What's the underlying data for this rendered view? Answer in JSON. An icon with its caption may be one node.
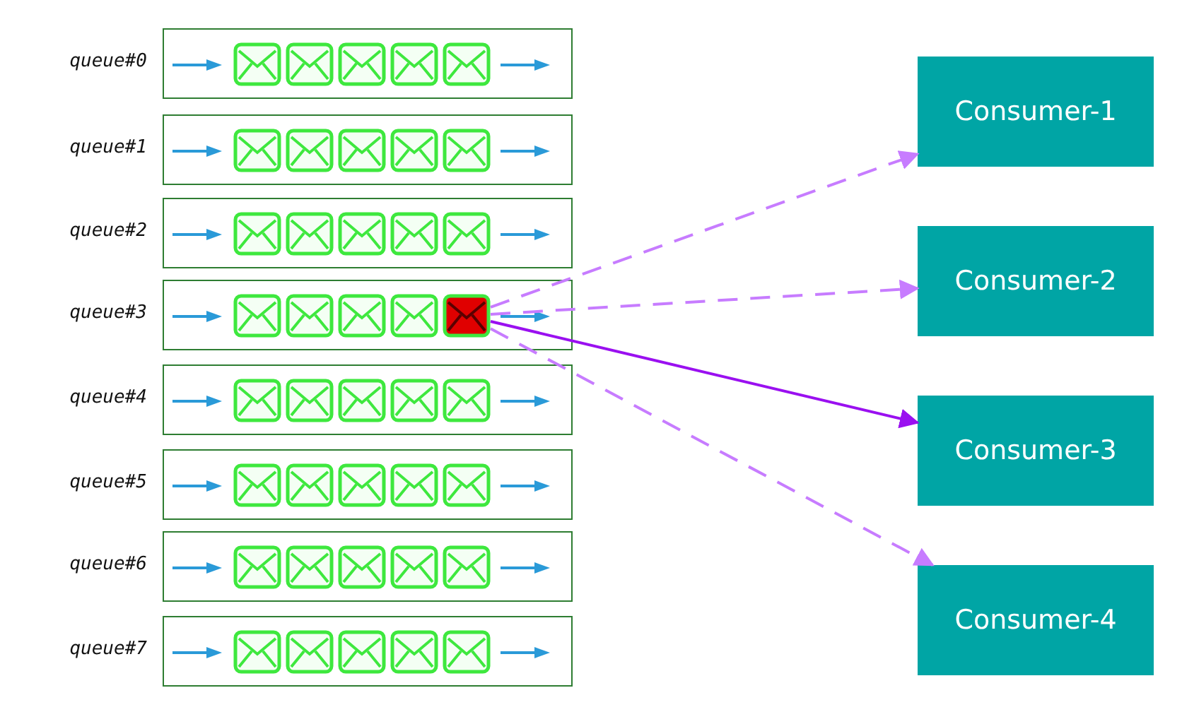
{
  "diagram": {
    "nodes": [
      {
        "text": [
          "queue#0"
        ]
      },
      {
        "text": [
          "queue#1"
        ]
      },
      {
        "text": [
          "queue#2"
        ]
      },
      {
        "text": [
          "queue#3"
        ]
      },
      {
        "text": [
          "queue#4"
        ]
      },
      {
        "text": [
          "queue#5"
        ]
      },
      {
        "text": [
          "queue#6"
        ]
      },
      {
        "text": [
          "queue#7"
        ]
      },
      {
        "text": [],
        "shape": "picture",
        "in": 3
      },
      {
        "text": [
          "Consumer-1"
        ]
      },
      {
        "text": [
          "Consumer-2"
        ]
      },
      {
        "text": [
          "Consumer-3"
        ]
      },
      {
        "text": [
          "Consumer-4"
        ]
      }
    ],
    "edges": [
      {
        "from": 8,
        "to": 9,
        "arrow": "to",
        "style": "dashed"
      },
      {
        "from": 8,
        "to": 10,
        "arrow": "to",
        "style": "dashed"
      },
      {
        "from": 8,
        "to": 11,
        "arrow": "to",
        "color": "#9a10f0"
      },
      {
        "from": 8,
        "to": 12,
        "arrow": "to",
        "style": "dashed"
      }
    ]
  }
}
